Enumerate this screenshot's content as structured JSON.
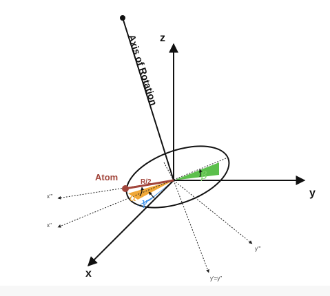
{
  "labels": {
    "axis_of_rotation": "Axis of Rotation",
    "z": "z",
    "y": "y",
    "x": "x",
    "atom": "Atom",
    "r_half": "R/2",
    "alpha": "α",
    "beta": "β",
    "gamma": "γ",
    "x_triple_prime": "x'''",
    "x_double_prime": "x''",
    "y_triple_prime": "y'''",
    "y_prime_eq": "y'=y''"
  },
  "colors": {
    "axis": "#111111",
    "atom": "#a2463c",
    "alpha_wedge": "#f0a838",
    "beta_wedge": "#5cbf4c",
    "gamma_wedge": "#3a8fe8",
    "alpha_text": "#f0a838",
    "beta_text": "#7ed26a",
    "gamma_text": "#3a8fe8"
  }
}
